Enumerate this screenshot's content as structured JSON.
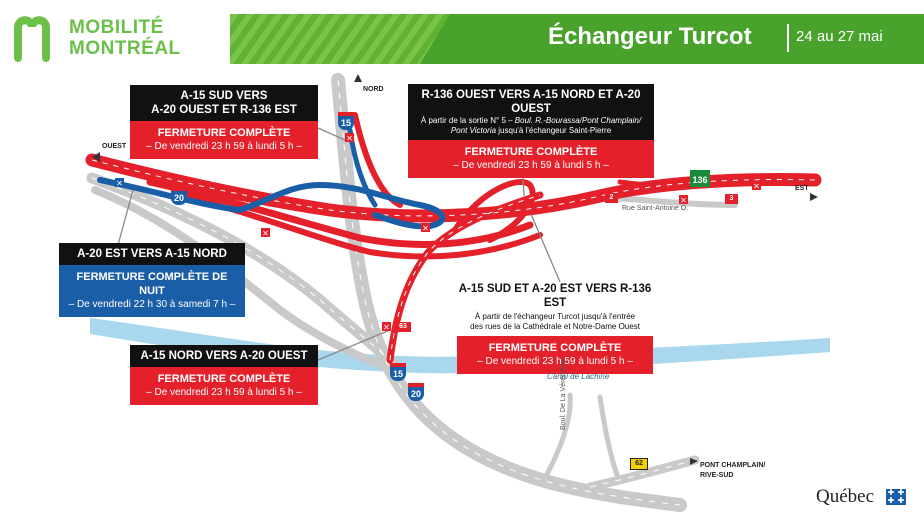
{
  "header": {
    "logo_line1": "MOBILITÉ",
    "logo_line2": "MONTRÉAL",
    "title": "Échangeur Turcot",
    "dates": "24 au 27 mai"
  },
  "boxes": {
    "a15sud": {
      "title1": "A-15 SUD VERS",
      "title2": "A-20 OUEST ET R-136 EST",
      "closure": "FERMETURE COMPLÈTE",
      "period": "– De vendredi 23 h 59 à lundi 5 h –"
    },
    "r136ouest": {
      "title": "R-136 OUEST VERS A-15 NORD ET A-20 OUEST",
      "sub1_prefix": "À partir de la sortie N° 5 – ",
      "sub1_italic": "Boul. R.-Bourassa/Pont Champlain/",
      "sub2_italic": "Pont Victoria",
      "sub2_suffix": " jusqu'à l'échangeur Saint-Pierre",
      "closure": "FERMETURE COMPLÈTE",
      "period": "– De vendredi 23 h 59 à lundi 5 h –"
    },
    "a20est": {
      "title": "A-20 EST VERS A-15 NORD",
      "closure": "FERMETURE COMPLÈTE DE NUIT",
      "period": "– De vendredi 22 h 30 à samedi 7 h –"
    },
    "a15sud_a20est": {
      "title": "A-15 SUD ET A-20 EST VERS R-136 EST",
      "desc1": "À partir de l'échangeur Turcot jusqu'à l'entrée",
      "desc2": "des rues de la Cathédrale et Notre-Dame Ouest",
      "closure": "FERMETURE COMPLÈTE",
      "period": "– De vendredi 23 h 59 à lundi 5 h –"
    },
    "a15nord": {
      "title": "A-15 NORD VERS A-20 OUEST",
      "closure": "FERMETURE COMPLÈTE",
      "period": "– De vendredi 23 h 59 à lundi 5 h –"
    }
  },
  "labels": {
    "nord": "NORD",
    "ouest": "OUEST",
    "est": "EST",
    "canal": "Canal de Lachine",
    "rue_st_antoine": "Rue Saint-Antoine O.",
    "boul_vérendrye": "Boul. De La Vérendrye",
    "pont_champlain_1": "PONT CHAMPLAIN/",
    "pont_champlain_2": "RIVE-SUD"
  },
  "shields": {
    "i15_top": "15",
    "i20_left": "20",
    "r136": "136",
    "i15_bottom": "15",
    "i20_bottom": "20",
    "exit_2": "2",
    "exit_3": "3",
    "exit_63": "63",
    "exit_62": "62"
  },
  "footer": {
    "quebec": "Québec"
  },
  "colors": {
    "green": "#6cc04a",
    "red": "#e4202b",
    "blue": "#1b5ea8",
    "gray_road": "#c9c9c9",
    "water": "#a9d8ee"
  }
}
